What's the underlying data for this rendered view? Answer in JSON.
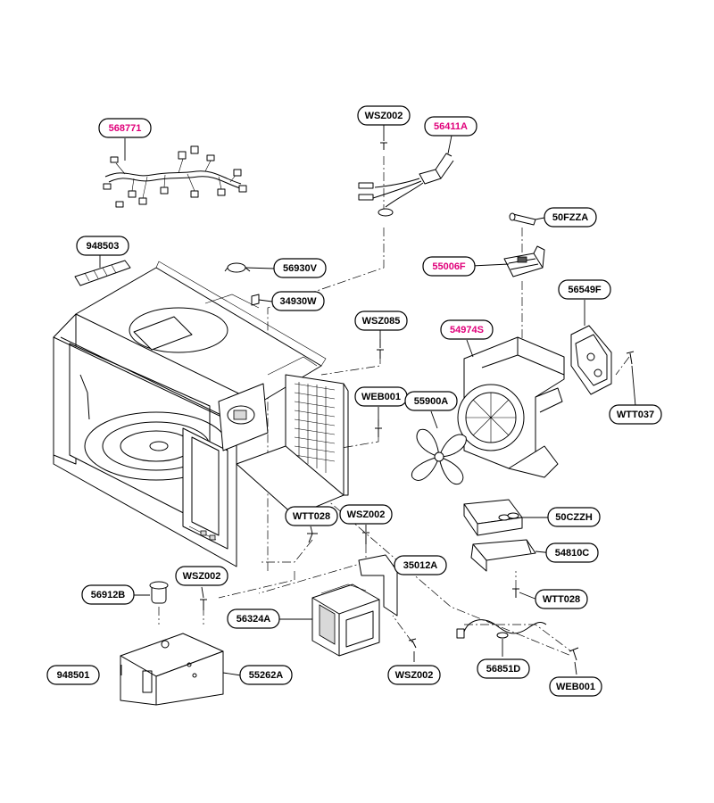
{
  "colors": {
    "highlight": "#e0007a",
    "normal": "#000000"
  },
  "labels": {
    "p568771": {
      "text": "568771",
      "highlight": true
    },
    "wsz002_top": {
      "text": "WSZ002",
      "highlight": false
    },
    "p56411A": {
      "text": "56411A",
      "highlight": true
    },
    "p50FZZA": {
      "text": "50FZZA",
      "highlight": false
    },
    "p948503": {
      "text": "948503",
      "highlight": false
    },
    "p56930V": {
      "text": "56930V",
      "highlight": false
    },
    "p55006F": {
      "text": "55006F",
      "highlight": true
    },
    "p34930W": {
      "text": "34930W",
      "highlight": false
    },
    "p56549F": {
      "text": "56549F",
      "highlight": false
    },
    "wsz085": {
      "text": "WSZ085",
      "highlight": false
    },
    "p54974S": {
      "text": "54974S",
      "highlight": true
    },
    "web001_mid": {
      "text": "WEB001",
      "highlight": false
    },
    "p55900A": {
      "text": "55900A",
      "highlight": false
    },
    "wtt037": {
      "text": "WTT037",
      "highlight": false
    },
    "wtt028_left": {
      "text": "WTT028",
      "highlight": false
    },
    "wsz002_mid": {
      "text": "WSZ002",
      "highlight": false
    },
    "p50CZZH": {
      "text": "50CZZH",
      "highlight": false
    },
    "p35012A": {
      "text": "35012A",
      "highlight": false
    },
    "p54810C": {
      "text": "54810C",
      "highlight": false
    },
    "wsz002_left": {
      "text": "WSZ002",
      "highlight": false
    },
    "p56912B": {
      "text": "56912B",
      "highlight": false
    },
    "wtt028_right": {
      "text": "WTT028",
      "highlight": false
    },
    "p56324A": {
      "text": "56324A",
      "highlight": false
    },
    "p948501": {
      "text": "948501",
      "highlight": false
    },
    "p55262A": {
      "text": "55262A",
      "highlight": false
    },
    "wsz002_bottom": {
      "text": "WSZ002",
      "highlight": false
    },
    "p56851D": {
      "text": "56851D",
      "highlight": false
    },
    "web001_bottom": {
      "text": "WEB001",
      "highlight": false
    }
  }
}
